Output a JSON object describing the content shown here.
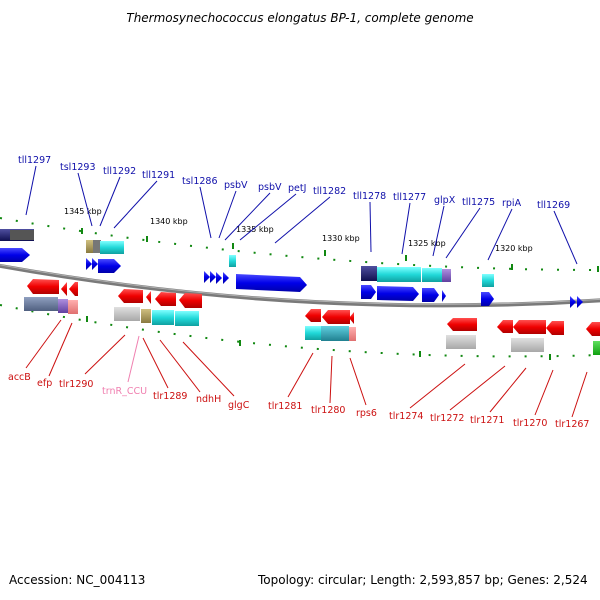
{
  "title": "Thermosynechococcus elongatus BP-1, complete genome",
  "footer": {
    "accession": "Accession: NC_004113",
    "summary": "Topology: circular; Length: 2,593,857 bp; Genes: 2,524"
  },
  "kbp_labels": [
    "1345 kbp",
    "1340 kbp",
    "1335 kbp",
    "1330 kbp",
    "1325 kbp",
    "1320 kbp"
  ],
  "top_labels": [
    "tll1297",
    "tsl1293",
    "tll1292",
    "tll1291",
    "tsl1286",
    "psbV",
    "psbV",
    "petJ",
    "tll1282",
    "tll1278",
    "tll1277",
    "glpX",
    "tll1275",
    "rpiA",
    "tll1269"
  ],
  "bottom_labels": [
    "accB",
    "efp",
    "tlr1290",
    "trnR_CCU",
    "tlr1289",
    "ndhH",
    "glgC",
    "tlr1281",
    "tlr1280",
    "rps6",
    "tlr1274",
    "tlr1272",
    "tlr1271",
    "tlr1270",
    "tlr1267"
  ],
  "colors": {
    "forward_gene": "#1010e0",
    "reverse_gene": "#e01010",
    "top_label": "#1010aa",
    "bottom_label": "#cc1010",
    "trna_label": "#f080b0",
    "tick": "#118811",
    "backbone": "#7a7a7a"
  }
}
